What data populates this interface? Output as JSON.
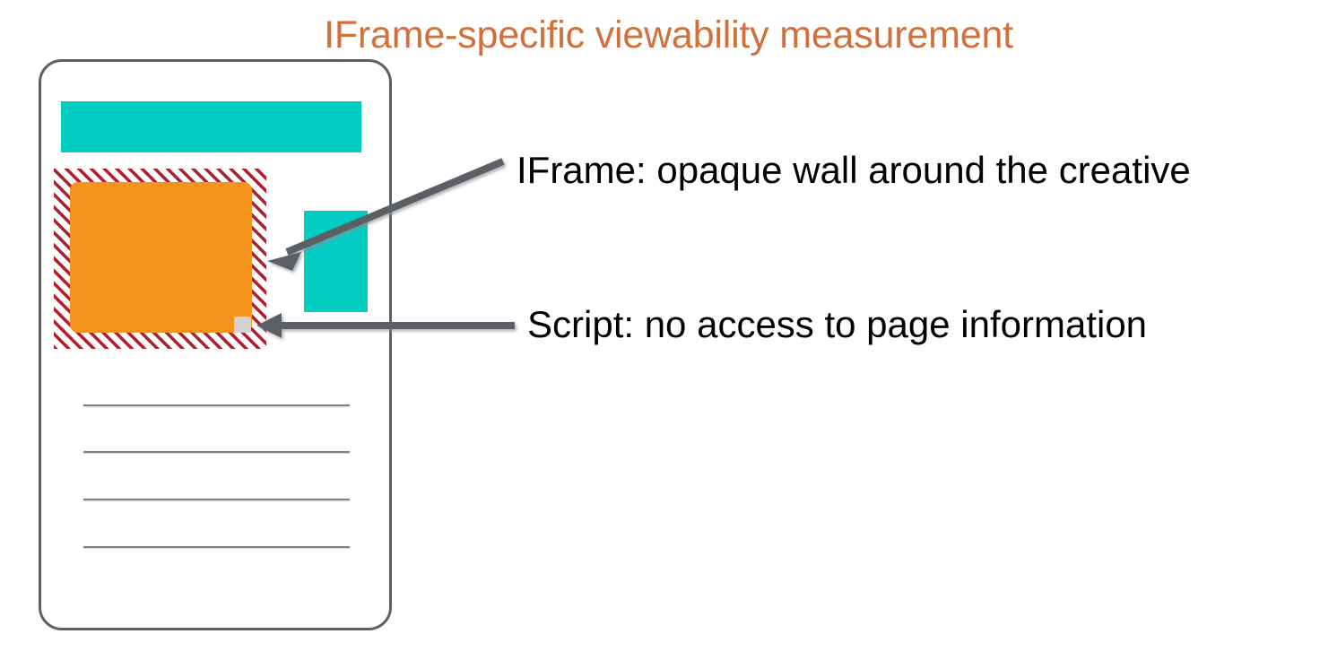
{
  "slide": {
    "title": "IFrame-specific viewability measurement",
    "background_color": "#FFFFFF",
    "title_color": "#D2703C"
  },
  "diagram": {
    "phone": {
      "name": "mobile page mockup",
      "border_color": "#5C5F63",
      "screen_background": "#FFFFFF",
      "elements": {
        "top_banner": {
          "label": "page content banner",
          "color": "#02CDC3"
        },
        "side_block": {
          "label": "page content block",
          "color": "#02CDC3"
        },
        "iframe_wall": {
          "label": "iframe boundary",
          "hatch_color": "#AF1F2D",
          "fill": "#FFFFFF"
        },
        "creative": {
          "label": "ad creative",
          "color": "#F6921E"
        },
        "script_marker": {
          "label": "measurement script",
          "color": "#D3D3D3"
        },
        "text_rules": {
          "label": "page text lines",
          "color": "#7E8185",
          "count": 4
        }
      }
    },
    "callouts": [
      {
        "id": "iframe",
        "text": "IFrame: opaque wall around the creative",
        "color": "#000000",
        "arrow": "diagonal-arrow-to-iframe"
      },
      {
        "id": "script",
        "text": "Script: no access to page information",
        "color": "#000000",
        "arrow": "horizontal-arrow-to-script"
      }
    ],
    "arrow_color": "#5C5F63"
  }
}
